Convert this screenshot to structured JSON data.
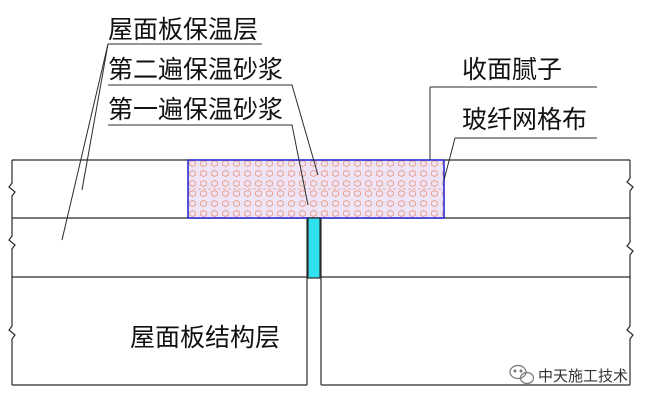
{
  "labels": {
    "insulation_layer": "屋面板保温层",
    "mortar_second": "第二遍保温砂浆",
    "mortar_first": "第一遍保温砂浆",
    "finish_putty": "收面腻子",
    "fiberglass_mesh": "玻纤网格布",
    "structure_layer": "屋面板结构层"
  },
  "watermark": {
    "text": "中天施工技术",
    "icon": "wechat-icon"
  },
  "colors": {
    "line": "#2b2b2b",
    "outline_blue": "#2a2ad8",
    "mortar_fill": "#efe4f6",
    "mortar_pattern": "#e69a7e",
    "joint_fill": "#2fe0ee",
    "background": "#ffffff"
  }
}
